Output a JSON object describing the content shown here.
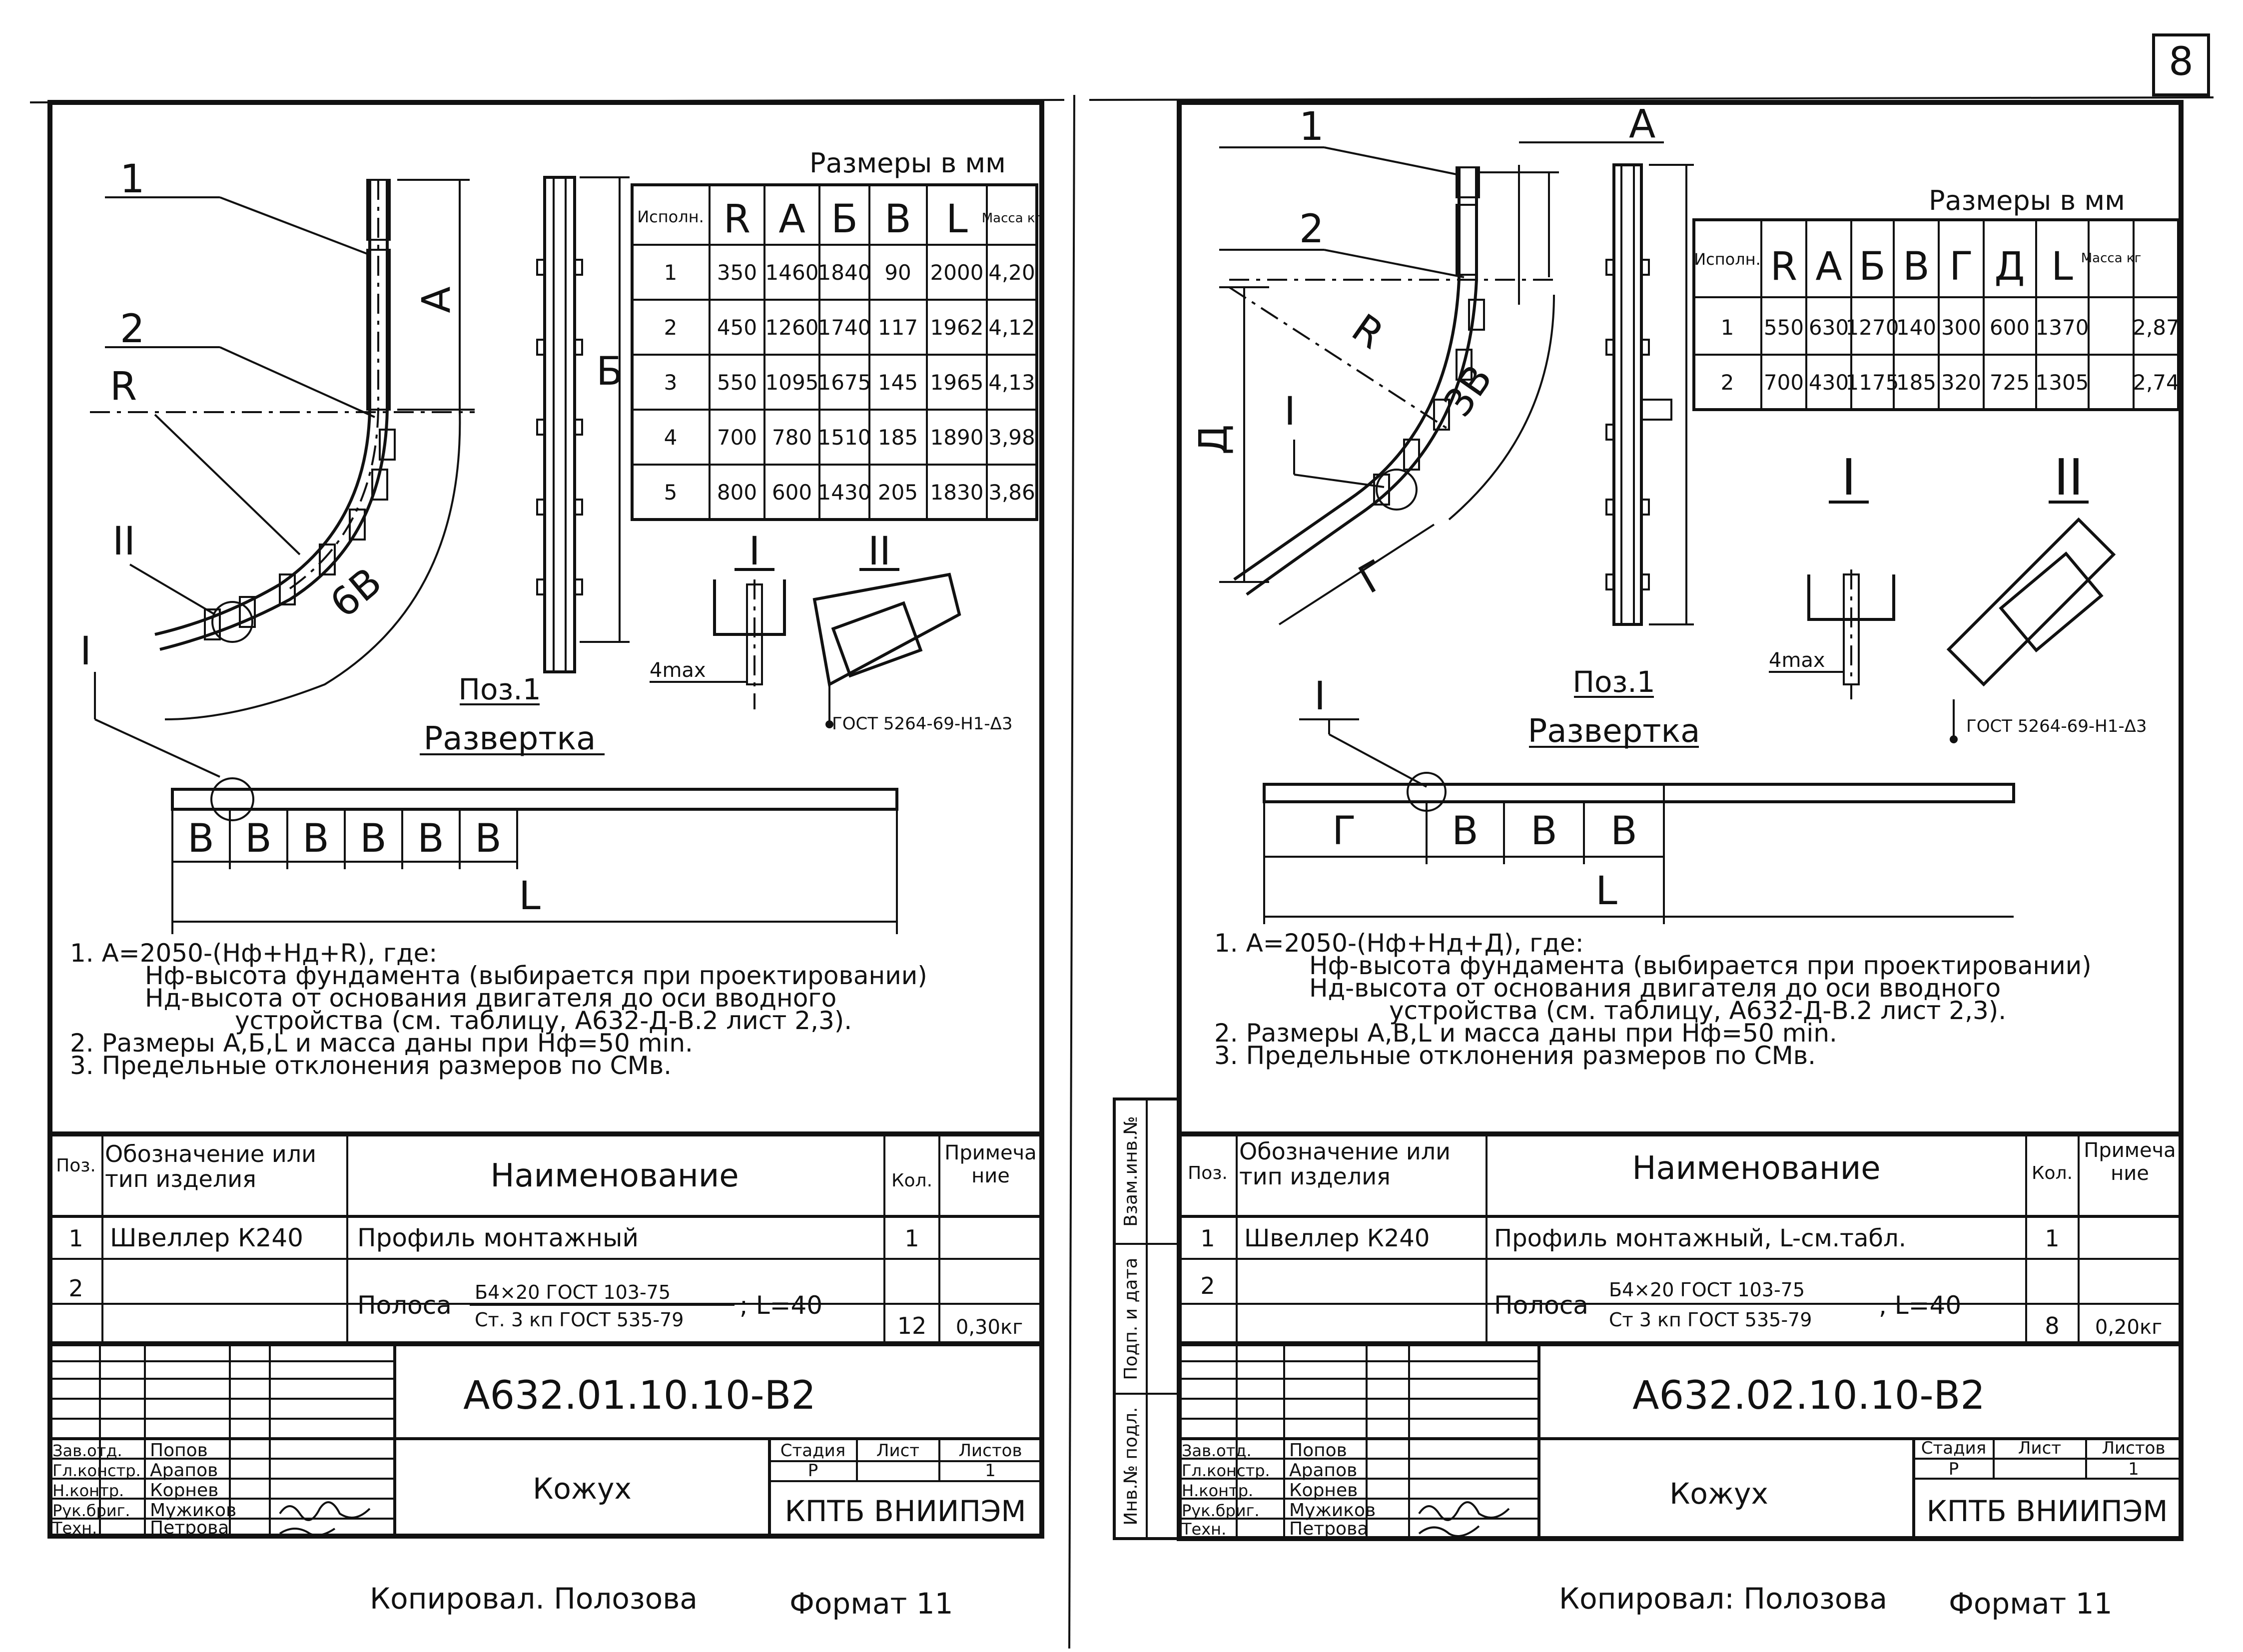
{
  "sheet_number": "8",
  "left": {
    "leaders": {
      "p1": "1",
      "p2": "2",
      "R": "R",
      "A": "A",
      "II": "II",
      "I": "I",
      "B": "Б",
      "arc": "6В"
    },
    "table": {
      "caption": "Размеры в мм",
      "headers": [
        "Исполн.",
        "R",
        "А",
        "Б",
        "В",
        "L",
        "Масса кг"
      ],
      "rows": [
        [
          "1",
          "350",
          "1460",
          "1840",
          "90",
          "2000",
          "4,20"
        ],
        [
          "2",
          "450",
          "1260",
          "1740",
          "117",
          "1962",
          "4,12"
        ],
        [
          "3",
          "550",
          "1095",
          "1675",
          "145",
          "1965",
          "4,13"
        ],
        [
          "4",
          "700",
          "780",
          "1510",
          "185",
          "1890",
          "3,98"
        ],
        [
          "5",
          "800",
          "600",
          "1430",
          "205",
          "1830",
          "3,86"
        ]
      ]
    },
    "detail_I": "I",
    "detail_II": "II",
    "max_label": "4max",
    "gost_label": "ГОСТ 5264-69-Н1-Δ3",
    "pos_label": "Поз.1",
    "razvertka": "Развертка",
    "strip_labels": [
      "В",
      "В",
      "В",
      "В",
      "В",
      "В"
    ],
    "L_label": "L",
    "notes": [
      "1. А=2050-(Нф+Нд+R), где:",
      "Нф-высота фундамента (выбирается при проектировании)",
      "Нд-высота от основания двигателя до оси вводного",
      "устройства (см. таблицу, А632-Д-В.2 лист 2,3).",
      "2. Размеры А,Б,L и масса даны при Нф=50 min.",
      "3. Предельные отклонения размеров по СМв."
    ],
    "spec": {
      "headers": [
        "Поз.",
        "Обозначение или тип изделия",
        "Наименование",
        "Кол.",
        "Примечание"
      ],
      "rows": [
        {
          "pos": "1",
          "designation": "Швеллер К240",
          "name": "Профиль монтажный",
          "qty": "1",
          "note": ""
        },
        {
          "pos": "2",
          "designation": "",
          "name_prefix": "Полоса",
          "frac_top": "Б4×20 ГОСТ 103-75",
          "frac_bottom": "Ст. 3 кп ГОСТ 535-79",
          "name_suffix": "; L=40",
          "qty": "12",
          "note": "0,30кг"
        }
      ]
    },
    "title_block": {
      "code": "А632.01.10.10-В2",
      "title": "Кожух",
      "roles": [
        "Зав.отд.",
        "Гл.констр.",
        "Н.контр.",
        "Рук.бриг.",
        "Техн."
      ],
      "names": [
        "Попов",
        "Арапов",
        "Корнев",
        "Мужиков",
        "Петрова"
      ],
      "stage_header": [
        "Стадия",
        "Лист",
        "Листов"
      ],
      "stage_values": [
        "Р",
        "",
        "1"
      ],
      "org": "КПТБ ВНИИПЭМ"
    },
    "copied": "Копировал. Полозова",
    "format": "Формат 11"
  },
  "right": {
    "leaders": {
      "p1": "1",
      "p2": "2",
      "R": "R",
      "A": "А",
      "D": "Д",
      "I": "I",
      "G": "Г",
      "arc": "3В"
    },
    "table": {
      "caption": "Размеры в мм",
      "headers": [
        "Исполн.",
        "R",
        "А",
        "Б",
        "В",
        "Г",
        "Д",
        "L",
        "Масса кг"
      ],
      "rows": [
        [
          "1",
          "550",
          "630",
          "1270",
          "140",
          "300",
          "600",
          "1370",
          "2,87"
        ],
        [
          "2",
          "700",
          "430",
          "1175",
          "185",
          "320",
          "725",
          "1305",
          "2,74"
        ]
      ]
    },
    "detail_I": "I",
    "detail_II": "II",
    "max_label": "4max",
    "gost_label": "ГОСТ 5264-69-Н1-Δ3",
    "pos_label": "Поз.1",
    "razvertka": "Развертка",
    "strip_labels": [
      "Г",
      "В",
      "В",
      "В"
    ],
    "L_label": "L",
    "notes": [
      "1. А=2050-(Нф+Нд+Д), где:",
      "Нф-высота фундамента (выбирается при проектировании)",
      "Нд-высота от основания двигателя до оси вводного",
      "устройства (см. таблицу, А632-Д-В.2 лист 2,3).",
      "2. Размеры А,В,L и масса даны при Нф=50 min.",
      "3. Предельные отклонения размеров по СМв."
    ],
    "side_stamps": [
      "Взам.инв.№",
      "Подп. и дата",
      "Инв.№ подл."
    ],
    "spec": {
      "headers": [
        "Поз.",
        "Обозначение или тип изделия",
        "Наименование",
        "Кол.",
        "Примечание"
      ],
      "rows": [
        {
          "pos": "1",
          "designation": "Швеллер К240",
          "name": "Профиль монтажный, L-см.табл.",
          "qty": "1",
          "note": ""
        },
        {
          "pos": "2",
          "designation": "",
          "name_prefix": "Полоса",
          "frac_top": "Б4×20 ГОСТ 103-75",
          "frac_bottom": "Ст 3 кп ГОСТ 535-79",
          "name_suffix": ", L=40",
          "qty": "8",
          "note": "0,20кг"
        }
      ]
    },
    "title_block": {
      "code": "А632.02.10.10-В2",
      "title": "Кожух",
      "roles": [
        "Зав.отд.",
        "Гл.констр.",
        "Н.контр.",
        "Рук.бриг.",
        "Техн."
      ],
      "names": [
        "Попов",
        "Арапов",
        "Корнев",
        "Мужиков",
        "Петрова"
      ],
      "stage_header": [
        "Стадия",
        "Лист",
        "Листов"
      ],
      "stage_values": [
        "Р",
        "",
        "1"
      ],
      "org": "КПТБ ВНИИПЭМ"
    },
    "copied": "Копировал: Полозова",
    "format": "Формат 11"
  }
}
